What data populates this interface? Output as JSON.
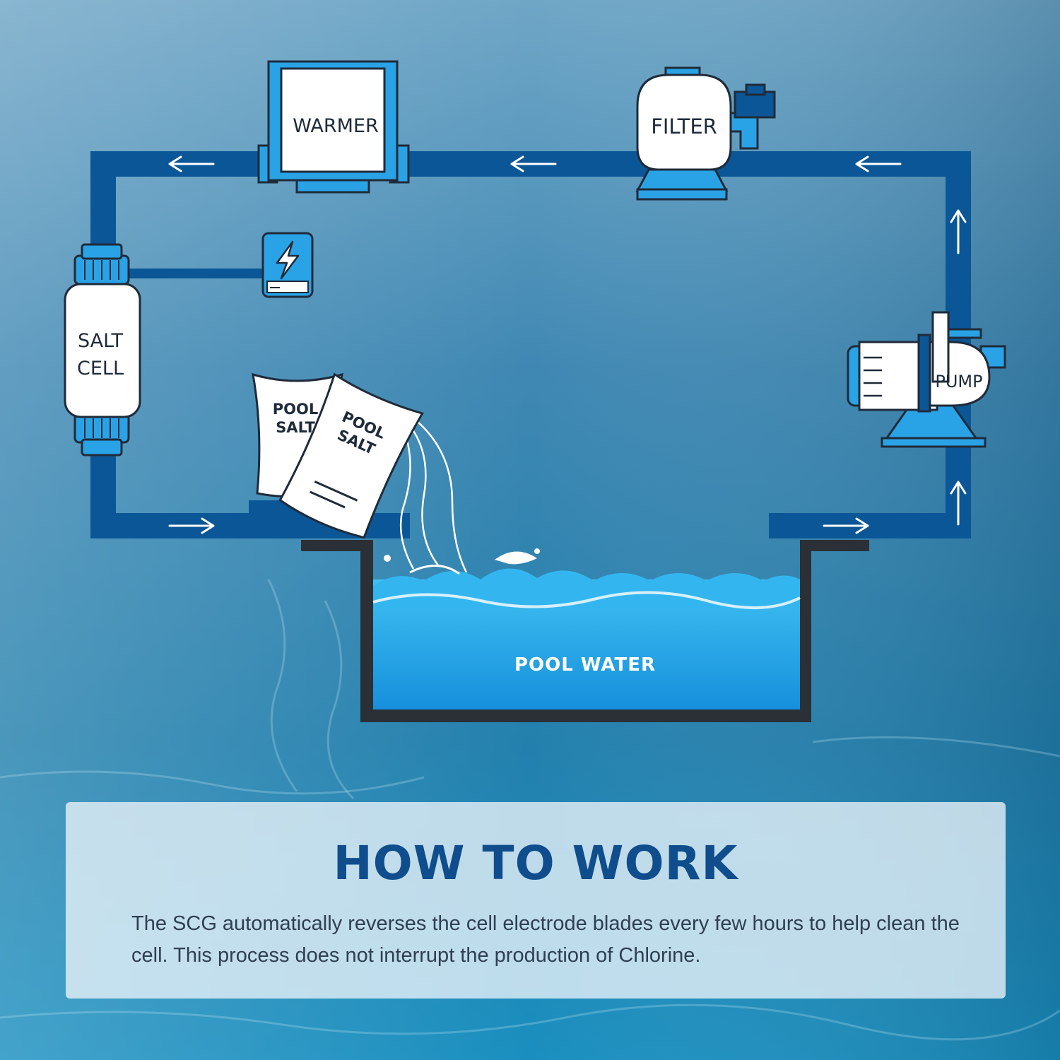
{
  "diagram": {
    "components": {
      "warmer": "WARMER",
      "filter": "FILTER",
      "pump": "PUMP",
      "salt_cell_line1": "SALT",
      "salt_cell_line2": "CELL",
      "pool_water": "POOL WATER",
      "salt_bag_back_line1": "POOL",
      "salt_bag_back_line2": "SALT",
      "salt_bag_front_line1": "POOL",
      "salt_bag_front_line2": "SALT"
    },
    "icons": [
      "arrow-left-icon",
      "arrow-right-icon",
      "arrow-up-icon",
      "lightning-bolt-icon"
    ],
    "colors": {
      "pipe": "#0b5696",
      "equipment_accent": "#2aa3e6",
      "water": "#1d9ee6",
      "pool_wall": "#2b2f36",
      "title": "#0f4d8c"
    }
  },
  "info": {
    "title": "HOW TO WORK",
    "body": "The SCG automatically reverses the cell electrode blades every few hours to help clean the cell. This process does not interrupt the production of Chlorine."
  }
}
